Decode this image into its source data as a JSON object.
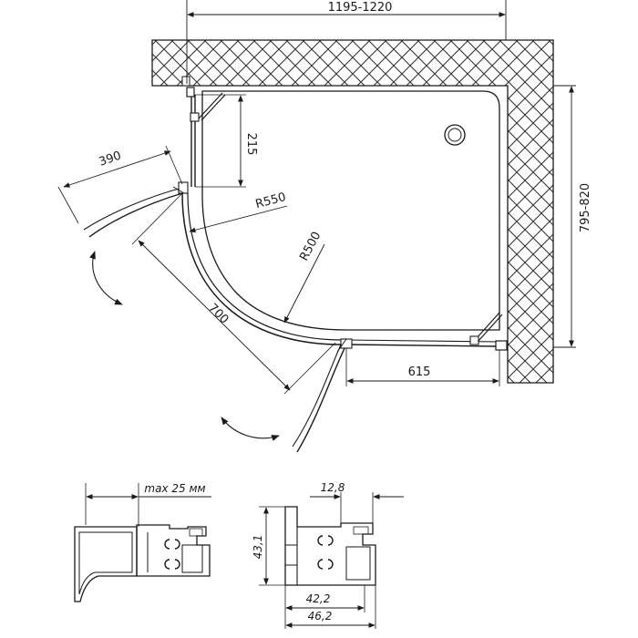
{
  "plan": {
    "overall_width": "1195-1220",
    "overall_depth": "795-820",
    "fixed_panel_side": "215",
    "door_side": "390",
    "radius_outer": "R550",
    "radius_inner": "R500",
    "diagonal": "700",
    "front_width": "615"
  },
  "profile_left": {
    "adjust_label": "max 25 мм"
  },
  "profile_right": {
    "top": "12,8",
    "height": "43,1",
    "depth_inner": "42,2",
    "depth_outer": "46,2"
  }
}
